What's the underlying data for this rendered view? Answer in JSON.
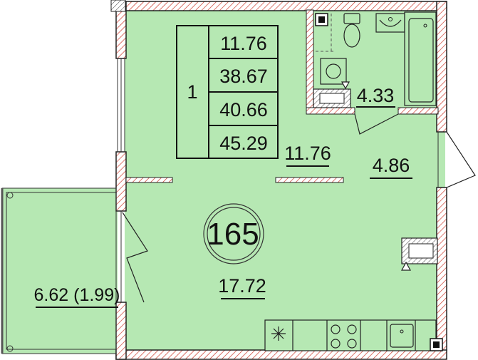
{
  "apartment": {
    "number": "165",
    "rooms": "1",
    "areas": [
      "11.76",
      "38.67",
      "40.66",
      "45.29"
    ]
  },
  "rooms": {
    "kitchen_area": "11.76",
    "hall_area": "4.86",
    "bathroom_area": "4.33",
    "living_area": "17.72",
    "balcony_area": "6.62 (1.99)"
  },
  "colors": {
    "floor": "#b6e8b3",
    "wall": "#cc3b2c",
    "line": "#222222"
  },
  "icons": [
    "stove-icon",
    "sink-icon",
    "toilet-icon",
    "washing-machine-icon",
    "bathtub-icon",
    "radiator-icon",
    "riser-icon",
    "fan-icon"
  ]
}
